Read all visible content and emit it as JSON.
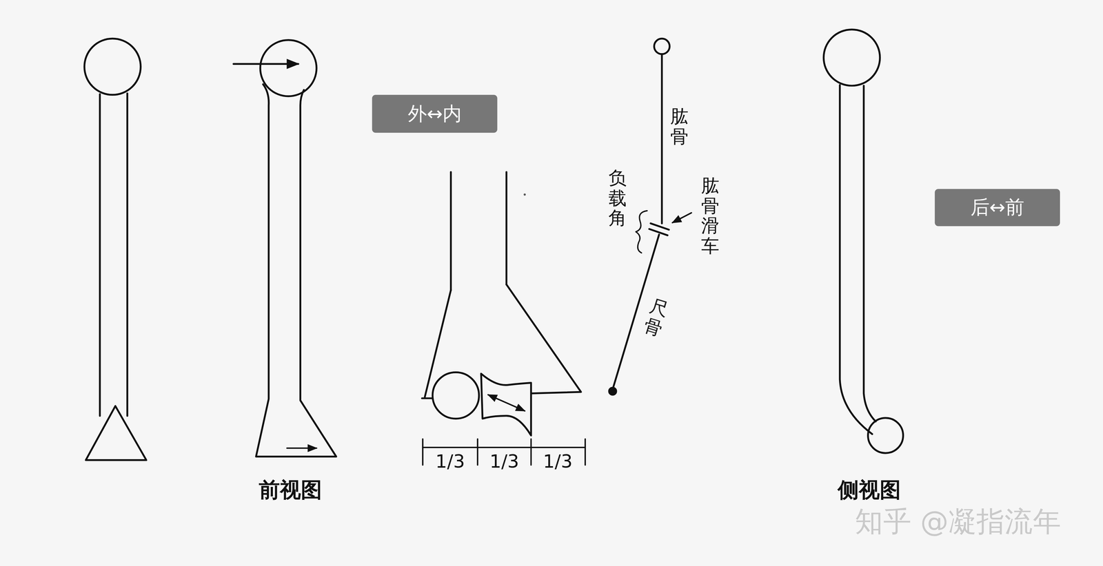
{
  "diagram": {
    "nodes": [
      {
        "text": [
          "外↔内"
        ]
      },
      {
        "text": [
          "后↔前"
        ]
      }
    ],
    "labels": [
      "前视图",
      "1/3",
      "1/3",
      "1/3",
      "肱骨",
      "负载角",
      "肱骨滑车",
      "尺骨",
      "侧视图",
      "知乎 @凝指流年"
    ]
  }
}
